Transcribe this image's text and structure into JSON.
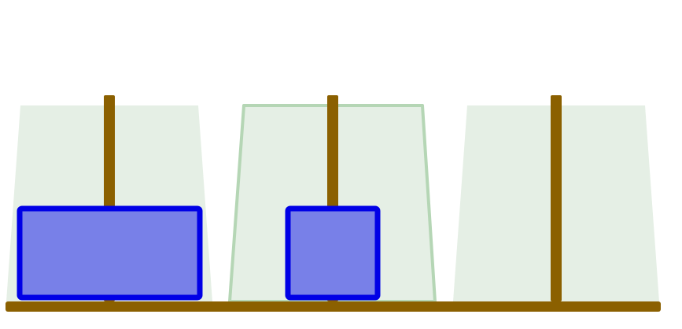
{
  "game": {
    "type": "tower-of-hanoi",
    "colors": {
      "background": "#ffffff",
      "zone_fill": "#e5efe5",
      "zone_selected_stroke": "#b5d6b5",
      "peg": "#8b6000",
      "base": "#8b6000",
      "disk_fill": "#7880e8",
      "disk_stroke": "#0000e6"
    },
    "pegs": [
      {
        "id": "peg-1",
        "selected": false,
        "disks": [
          {
            "id": "disk-large",
            "size": 2
          }
        ]
      },
      {
        "id": "peg-2",
        "selected": true,
        "disks": [
          {
            "id": "disk-small",
            "size": 1
          }
        ]
      },
      {
        "id": "peg-3",
        "selected": false,
        "disks": []
      }
    ]
  }
}
